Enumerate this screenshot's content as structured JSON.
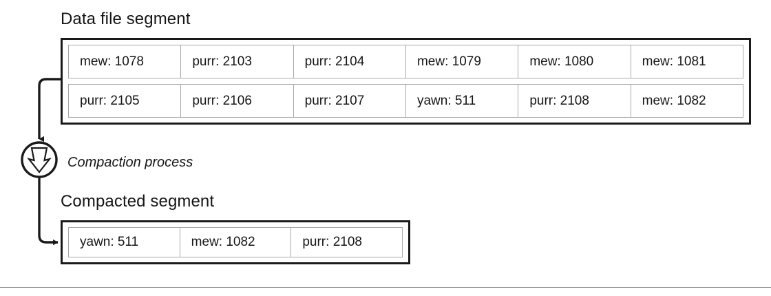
{
  "diagram": {
    "sections": {
      "data_file": {
        "title": "Data file segment",
        "rows": [
          {
            "cells": [
              "mew: 1078",
              "purr: 2103",
              "purr: 2104",
              "mew: 1079",
              "mew: 1080",
              "mew: 1081"
            ]
          },
          {
            "cells": [
              "purr: 2105",
              "purr: 2106",
              "purr: 2107",
              "yawn: 511",
              "purr: 2108",
              "mew: 1082"
            ]
          }
        ]
      },
      "compacted": {
        "title": "Compacted segment",
        "rows": [
          {
            "cells": [
              "yawn: 511",
              "mew: 1082",
              "purr: 2108"
            ]
          }
        ]
      }
    },
    "process": {
      "label": "Compaction process",
      "icon": "compaction-arrow-icon"
    },
    "colors": {
      "outer_border": "#1a1a1a",
      "cell_border": "#a8a8a8",
      "text": "#161616",
      "connector": "#1a1a1a",
      "rule": "#8b8b8b",
      "background": "#ffffff"
    }
  }
}
